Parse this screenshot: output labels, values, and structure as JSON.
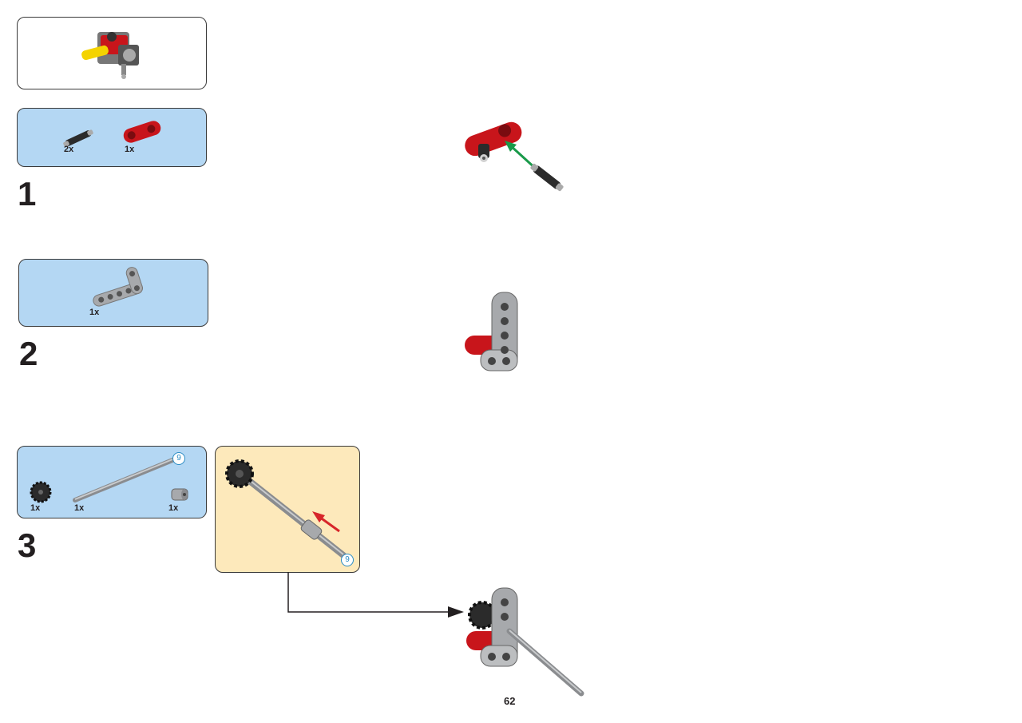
{
  "preview": {},
  "steps": [
    {
      "number": "1",
      "parts": [
        {
          "qty": "2x",
          "icon": "black-pin-icon"
        },
        {
          "qty": "1x",
          "icon": "red-connector-icon"
        }
      ]
    },
    {
      "number": "2",
      "parts": [
        {
          "qty": "1x",
          "icon": "gray-l-beam-icon"
        }
      ]
    },
    {
      "number": "3",
      "parts": [
        {
          "qty": "1x",
          "icon": "black-gear-icon"
        },
        {
          "qty": "1x",
          "icon": "gray-axle-icon",
          "length": "9"
        },
        {
          "qty": "1x",
          "icon": "gray-bush-icon"
        }
      ],
      "subassembly": {
        "length": "9"
      }
    }
  ],
  "page_number": "62",
  "colors": {
    "parts_box": "#b4d7f3",
    "subassembly_box": "#fde9bb",
    "red_part": "#c8151b",
    "gray_part": "#a7a9ac",
    "black_part": "#2b2b2b",
    "arrow_green": "#1a9a4a",
    "arrow_red": "#d7262a"
  }
}
